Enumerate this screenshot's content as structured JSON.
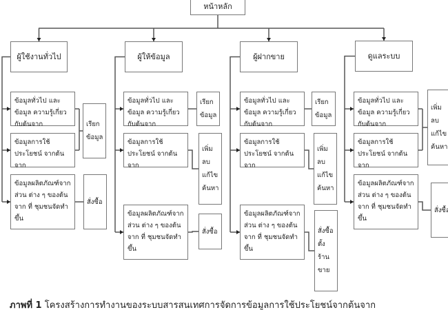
{
  "root": "หน้าหลัก",
  "columns": [
    {
      "title": "ผู้ใช้งานทั่วไป",
      "items": [
        "ข้อมูลทั่วไป และข้อมูล ความรู้เกี่ยวกับต้นจาก",
        "ข้อมูลการใช้ประโยชน์ จากต้นจาก",
        "ข้อมูลผลิตภัณฑ์จากส่วน ต่าง ๆ ของต้นจาก ที่ ชุมชนจัดทำขึ้น"
      ],
      "actions": [
        [
          "เรียก",
          "ข้อมูล"
        ],
        [
          "สั่งซื้อ"
        ]
      ]
    },
    {
      "title": "ผู้ให้ข้อมูล",
      "items": [
        "ข้อมูลทั่วไป และข้อมูล ความรู้เกี่ยวกับต้นจาก",
        "ข้อมูลการใช้ประโยชน์ จากต้นจาก",
        "ข้อมูลผลิตภัณฑ์จากส่วน ต่าง ๆ ของต้นจาก ที่ ชุมชนจัดทำขึ้น"
      ],
      "actions": [
        [
          "เรียก",
          "ข้อมูล"
        ],
        [
          "เพิ่ม",
          "ลบ",
          "แก้ไข",
          "ค้นหา"
        ],
        [
          "สั่งซื้อ"
        ]
      ]
    },
    {
      "title": "ผู้ฝากขาย",
      "items": [
        "ข้อมูลทั่วไป และข้อมูล ความรู้เกี่ยวกับต้นจาก",
        "ข้อมูลการใช้ประโยชน์ จากต้นจาก",
        "ข้อมูลผลิตภัณฑ์จากส่วน ต่าง ๆ ของต้นจาก ที่ ชุมชนจัดทำขึ้น"
      ],
      "actions": [
        [
          "เรียก",
          "ข้อมูล"
        ],
        [
          "เพิ่ม",
          "ลบ",
          "แก้ไข",
          "ค้นหา"
        ],
        [
          "สั่งซื้อ",
          "ตั้ง",
          "ร้าน",
          "ขาย"
        ]
      ]
    },
    {
      "title": "ดูแลระบบ",
      "items": [
        "ข้อมูลทั่วไป และข้อมูล ความรู้เกี่ยวกับต้นจาก",
        "ข้อมูลการใช้ประโยชน์ จากต้นจาก",
        "ข้อมูลผลิตภัณฑ์จากส่วน ต่าง ๆ ของต้นจาก ที่ ชุมชนจัดทำขึ้น"
      ],
      "actions": [
        [
          "เพิ่ม",
          "ลบ",
          "แก้ไข",
          "ค้นหา"
        ],
        [
          "สั่งซื้อ"
        ]
      ]
    }
  ],
  "caption": {
    "label": "ภาพที่ 1",
    "text": " โครงสร้างการทำงานของระบบสารสนเทศการจัดการข้อมูลการใช้ประโยชน์จากต้นจาก"
  }
}
